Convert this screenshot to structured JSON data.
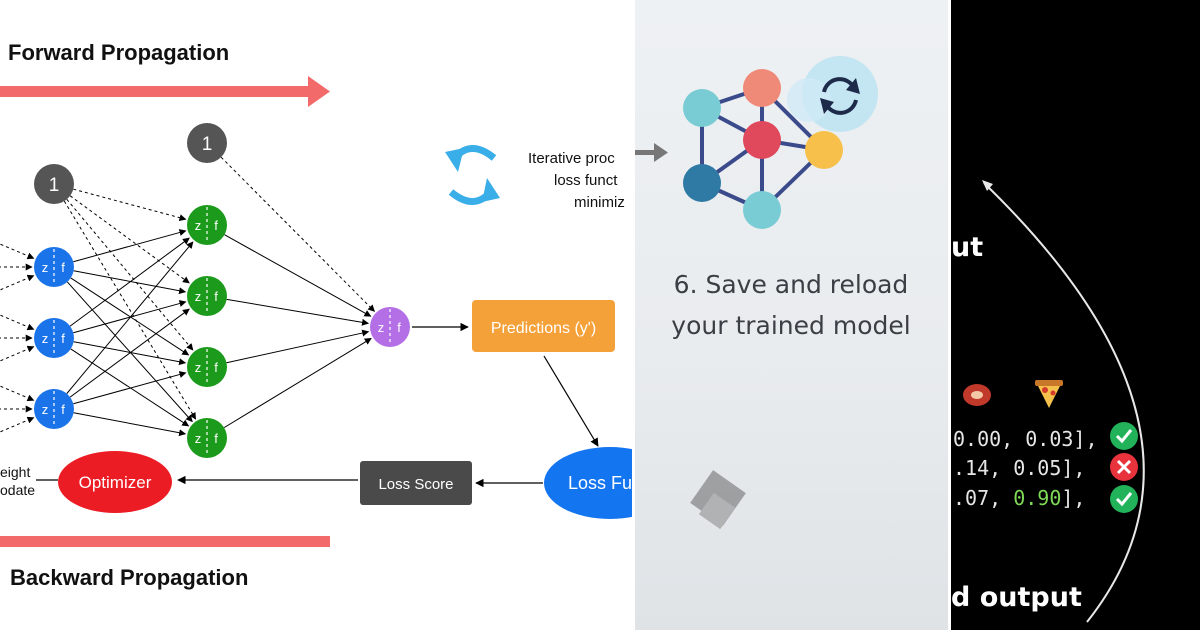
{
  "left_panel": {
    "forward_title": "Forward Propagation",
    "backward_title": "Backward Propagation",
    "bias_label": "1",
    "node_z": "z",
    "node_f": "f",
    "predictions_label": "Predictions (y')",
    "loss_function_label": "Loss Fu",
    "loss_score_label": "Loss Score",
    "optimizer_label": "Optimizer",
    "weight_update_line1": "eight",
    "weight_update_line2": "odate",
    "iterative_line1": "Iterative proc",
    "iterative_line2": "loss funct",
    "iterative_line3": "minimiz",
    "colors": {
      "arrow_bar": "#f26a6a",
      "input_node": "#1a73e8",
      "hidden_node": "#1b9a1b",
      "output_node": "#b46fe6",
      "bias_node": "#555555",
      "predictions": "#f5a13a",
      "loss_function": "#1475f0",
      "loss_score": "#4a4a4a",
      "optimizer": "#ec1c24",
      "cycle": "#3aaee8"
    }
  },
  "middle_panel": {
    "step_line1": "6. Save and reload",
    "step_line2": "your trained model",
    "icons": [
      "network-graph-icon",
      "refresh-icon"
    ]
  },
  "right_panel": {
    "heading_top": "ut",
    "heading_bottom": "d output",
    "food_icons": [
      "steak-emoji",
      "pizza-emoji"
    ],
    "rows": [
      {
        "text_main": "0.00, 0.03],",
        "highlight": "",
        "status": "correct"
      },
      {
        "text_main": ".14, 0.05],",
        "highlight": "",
        "status": "wrong"
      },
      {
        "text_prefix": ".07, ",
        "highlight": "0.90",
        "text_suffix": "],",
        "status": "correct"
      }
    ],
    "colors": {
      "check": "#22b35a",
      "cross": "#e8323c",
      "highlight": "#7ed957"
    }
  }
}
